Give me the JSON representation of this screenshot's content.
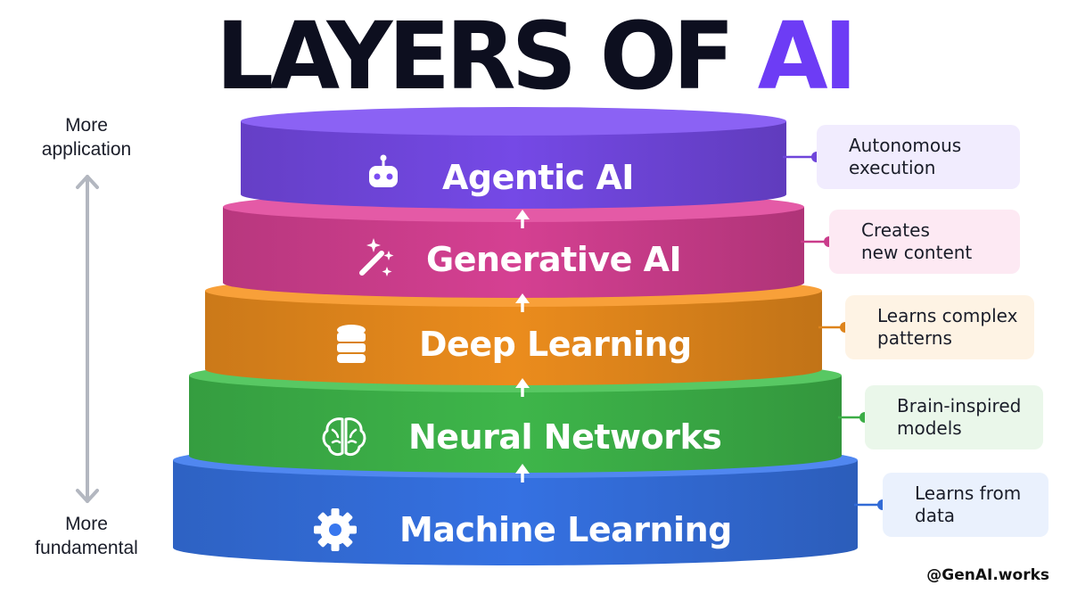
{
  "title": {
    "main": "LAYERS OF ",
    "accent": "AI"
  },
  "axis": {
    "top_label": [
      "More",
      "application"
    ],
    "bottom_label": [
      "More",
      "fundamental"
    ]
  },
  "layers": [
    {
      "name": "Agentic AI",
      "icon": "robot-icon",
      "color": "#7b4df2",
      "callout": [
        "Autonomous",
        "execution"
      ],
      "callout_bg": "#f1ecfe"
    },
    {
      "name": "Generative AI",
      "icon": "magic-wand-icon",
      "color": "#e0439a",
      "callout": [
        "Creates",
        "new content"
      ],
      "callout_bg": "#fde9f3"
    },
    {
      "name": "Deep Learning",
      "icon": "database-icon",
      "color": "#f7931e",
      "callout": [
        "Learns complex",
        "patterns"
      ],
      "callout_bg": "#fef3e4"
    },
    {
      "name": "Neural Networks",
      "icon": "brain-icon",
      "color": "#41c04e",
      "callout": [
        "Brain-inspired",
        "models"
      ],
      "callout_bg": "#eaf7ea"
    },
    {
      "name": "Machine Learning",
      "icon": "gear-icon",
      "color": "#3877ee",
      "callout": [
        "Learns from",
        "data"
      ],
      "callout_bg": "#eaf1fd"
    }
  ],
  "watermark": "@GenAI.works"
}
